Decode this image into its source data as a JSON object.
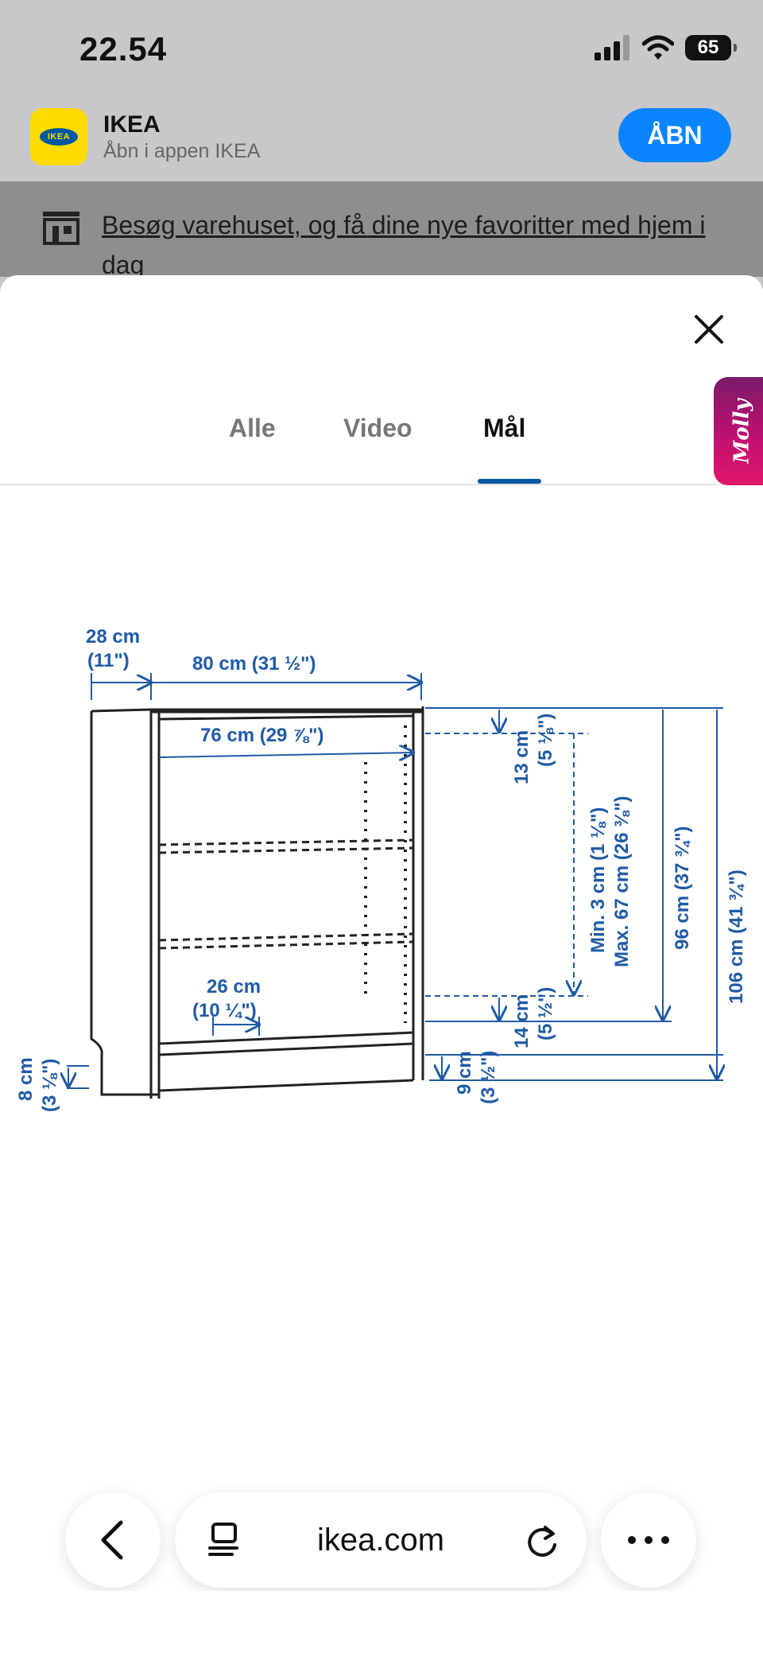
{
  "status_bar": {
    "time": "22.54",
    "battery": "65"
  },
  "app_banner": {
    "app_name": "IKEA",
    "subtitle": "Åbn i appen IKEA",
    "open_label": "ÅBN",
    "logo_text": "IKEA"
  },
  "store_notice": {
    "text": "Besøg varehuset, og få dine nye favoritter med hjem i dag"
  },
  "tabs": [
    {
      "label": "Alle",
      "active": false
    },
    {
      "label": "Video",
      "active": false
    },
    {
      "label": "Mål",
      "active": true
    }
  ],
  "side_widget": {
    "label": "Molly"
  },
  "diagram": {
    "depth_cm": "28 cm",
    "depth_in": "(11\")",
    "width_outer": "80 cm (31 ½\")",
    "width_inner": "76 cm (29 ⅞\")",
    "shelf_depth_cm": "26 cm",
    "shelf_depth_in": "(10 ¼\")",
    "top_gap_cm": "13 cm",
    "top_gap_in": "(5 ⅛\")",
    "shelf_range_min": "Min. 3 cm (1 ⅛\")",
    "shelf_range_max": "Max. 67 cm (26 ⅜\")",
    "inner_height": "96 cm (37 ¾\")",
    "total_height": "106 cm (41 ¾\")",
    "bottom_gap_cm": "14 cm",
    "bottom_gap_in": "(5 ½\")",
    "plinth_cm": "9 cm",
    "plinth_in": "(3 ½\")",
    "foot_cm": "8 cm",
    "foot_in": "(3 ⅛\")"
  },
  "nav": {
    "url": "ikea.com"
  },
  "colors": {
    "ikea_blue": "#0058a3",
    "ikea_yellow": "#ffdb00",
    "open_button": "#0a84ff",
    "dimension_blue": "#1f5aa6"
  }
}
